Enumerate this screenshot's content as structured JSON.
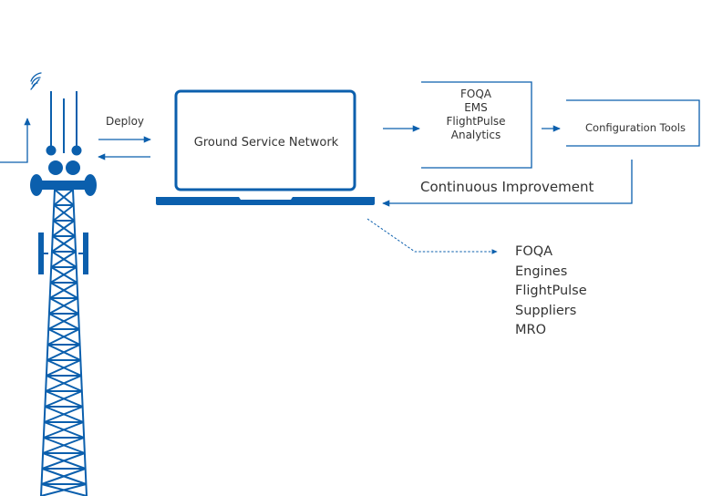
{
  "colors": {
    "primary": "#0b5fad",
    "text": "#333333"
  },
  "icons": [
    "cell-tower-icon",
    "wireless-signal-icon",
    "laptop-icon"
  ],
  "edges": {
    "deploy": "Deploy",
    "continuous_improvement": "Continuous Improvement"
  },
  "nodes": {
    "ground_service_network": "Ground Service Network",
    "analytics": [
      "FOQA",
      "EMS",
      "FlightPulse",
      "Analytics"
    ],
    "configuration_tools": "Configuration Tools"
  },
  "destinations": [
    "FOQA",
    "Engines",
    "FlightPulse",
    "Suppliers",
    "MRO"
  ]
}
